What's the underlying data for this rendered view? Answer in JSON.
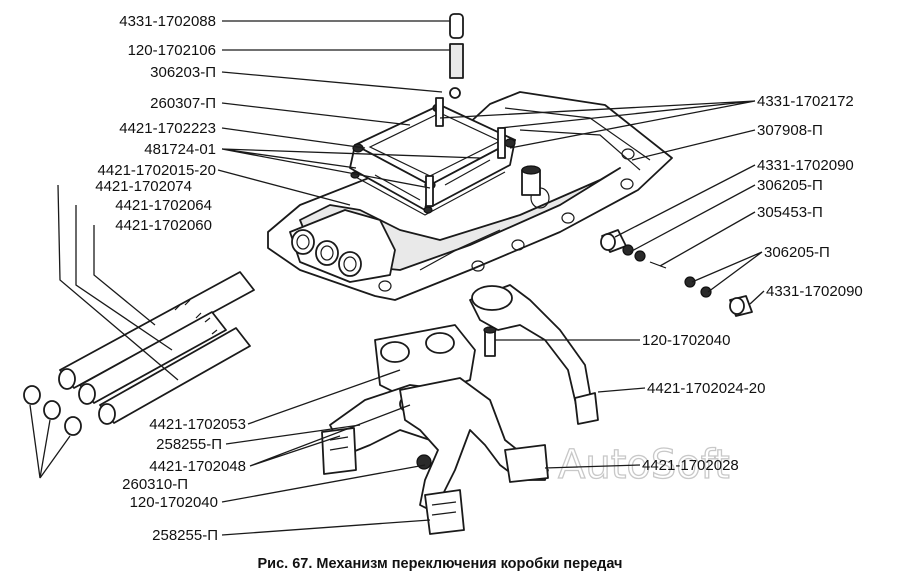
{
  "caption": "Рис. 67. Механизм переключения коробки передач",
  "watermark": "AutoSoft",
  "labels": {
    "l4331_1702088": "4331-1702088",
    "l120_1702106": "120-1702106",
    "l306203": "306203-П",
    "l260307": "260307-П",
    "l4421_1702223": "4421-1702223",
    "l481724": "481724-01",
    "l4421_1702015": "4421-1702015-20",
    "l4421_1702074": "4421-1702074",
    "l4421_1702064": "4421-1702064",
    "l4421_1702060": "4421-1702060",
    "l4331_1702172": "4331-1702172",
    "l307908": "307908-П",
    "l4331_1702090a": "4331-1702090",
    "l306205a": "306205-П",
    "l305453": "305453-П",
    "l306205b": "306205-П",
    "l4331_1702090b": "4331-1702090",
    "l120_1702040a": "120-1702040",
    "l4421_1702024": "4421-1702024-20",
    "l4421_1702053": "4421-1702053",
    "l258255a": "258255-П",
    "l4421_1702048": "4421-1702048",
    "l260310": "260310-П",
    "l120_1702040b": "120-1702040",
    "l258255b": "258255-П",
    "l4421_1702028": "4421-1702028"
  }
}
